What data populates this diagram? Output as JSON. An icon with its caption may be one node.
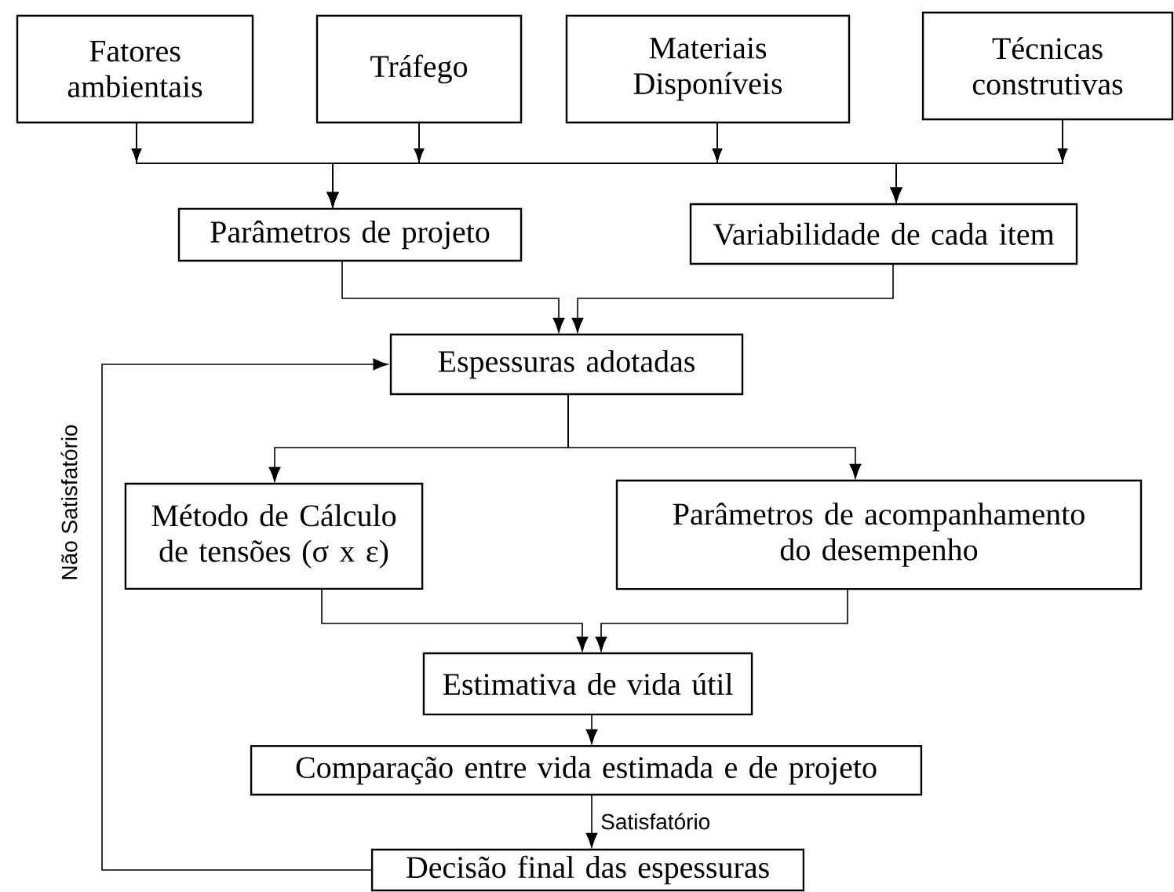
{
  "diagram": {
    "nodes": [
      {
        "text": [
          "Fatores ambientais"
        ]
      },
      {
        "text": [
          "Tráfego"
        ]
      },
      {
        "text": [
          "Materiais Disponíveis"
        ]
      },
      {
        "text": [
          "Técnicas construtivas"
        ]
      },
      {
        "text": [
          "Parâmetros de projeto"
        ]
      },
      {
        "text": [
          "Variabilidade de cada item"
        ]
      },
      {
        "text": [
          "Espessuras adotadas"
        ]
      },
      {
        "text": [
          "Método de Cálculo de tensões (σ x ε)"
        ]
      },
      {
        "text": [
          "Parâmetros de acompanhamento do desempenho"
        ]
      },
      {
        "text": [
          "Estimativa de vida útil"
        ]
      },
      {
        "text": [
          "Comparação entre vida estimada e de projeto"
        ]
      },
      {
        "text": [
          "Decisão final das espessuras"
        ]
      }
    ],
    "edges": [
      {
        "from": 0,
        "to": 4,
        "arrow": "to"
      },
      {
        "from": 1,
        "to": 4,
        "arrow": "to"
      },
      {
        "from": 2,
        "to": 4,
        "arrow": "to"
      },
      {
        "from": 3,
        "to": 4,
        "arrow": "to"
      },
      {
        "from": 0,
        "to": 5,
        "arrow": "to"
      },
      {
        "from": 1,
        "to": 5,
        "arrow": "to"
      },
      {
        "from": 2,
        "to": 5,
        "arrow": "to"
      },
      {
        "from": 3,
        "to": 5,
        "arrow": "to"
      },
      {
        "from": 4,
        "to": 6,
        "arrow": "to"
      },
      {
        "from": 5,
        "to": 6,
        "arrow": "to"
      },
      {
        "from": 6,
        "to": 7,
        "arrow": "to"
      },
      {
        "from": 6,
        "to": 8,
        "arrow": "to"
      },
      {
        "from": 7,
        "to": 9,
        "arrow": "to"
      },
      {
        "from": 8,
        "to": 9,
        "arrow": "to"
      },
      {
        "from": 9,
        "to": 10,
        "arrow": "to"
      },
      {
        "from": 10,
        "to": 11,
        "arrow": "to",
        "label": "Satisfatório"
      },
      {
        "from": 11,
        "to": 6,
        "arrow": "to",
        "label": "Não Satisfatório"
      }
    ]
  }
}
